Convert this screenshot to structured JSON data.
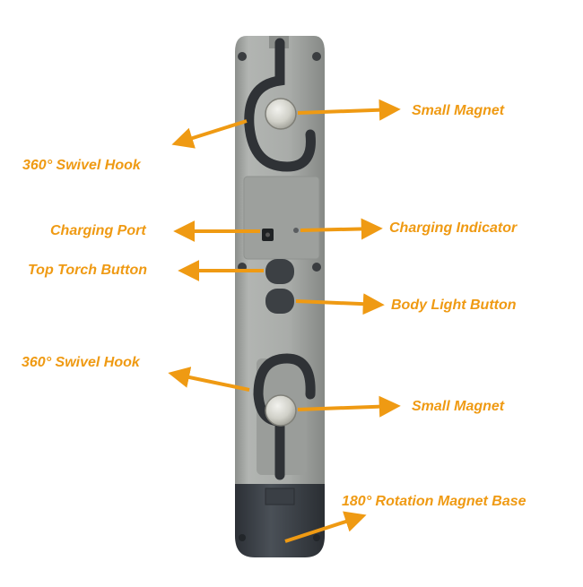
{
  "colors": {
    "accent": "#ef9a13",
    "body": "#a6a9a6",
    "body_dark": "#3d4248",
    "hook": "#2f3236"
  },
  "icons": {
    "hook": "hook-icon",
    "magnet": "magnet-icon",
    "screw": "screw-icon"
  },
  "labels": {
    "small_magnet_top": "Small Magnet",
    "swivel_hook_top": "360° Swivel Hook",
    "charging_port": "Charging Port",
    "charging_indicator": "Charging Indicator",
    "top_torch_button": "Top Torch Button",
    "body_light_button": "Body Light Button",
    "swivel_hook_bottom": "360° Swivel Hook",
    "small_magnet_bottom": "Small Magnet",
    "rotation_base": "180° Rotation Magnet Base"
  }
}
